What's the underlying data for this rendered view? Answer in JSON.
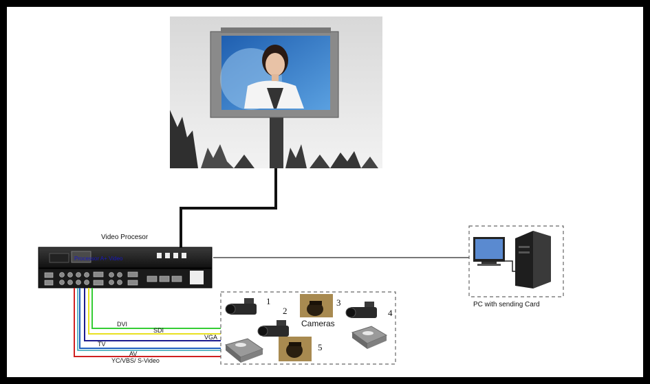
{
  "labels": {
    "video_processor": "Video Procesor",
    "processor_brand": "Processor A+ Video",
    "pc": "PC with sending Card",
    "cameras": "Cameras"
  },
  "cables": [
    {
      "name": "DVI",
      "color": "#33cc33"
    },
    {
      "name": "SDI",
      "color": "#e8e020"
    },
    {
      "name": "VGA",
      "color": "#1a1a8c"
    },
    {
      "name": "TV",
      "color": "#1d5fbf"
    },
    {
      "name": "AV",
      "color": "#2aa0b0"
    },
    {
      "name": "YC/VBS/ S-Video",
      "color": "#d02020"
    }
  ],
  "camera_numbers": [
    "1",
    "2",
    "3",
    "4",
    "5"
  ]
}
